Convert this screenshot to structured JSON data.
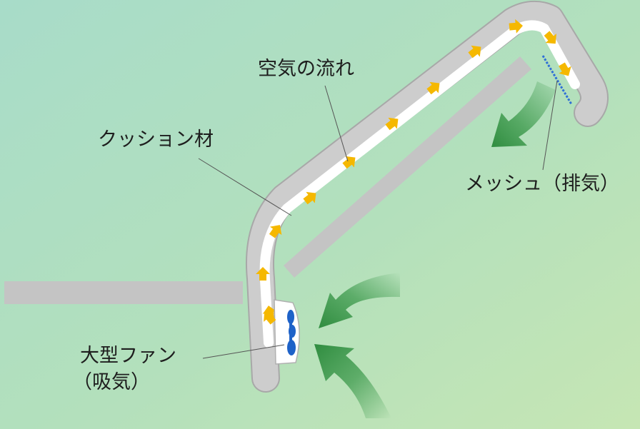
{
  "labels": {
    "air_flow": "空気の流れ",
    "cushion": "クッション材",
    "mesh_exhaust": "メッシュ（排気）",
    "large_fan_line1": "大型ファン",
    "large_fan_line2": "（吸気）"
  },
  "colors": {
    "background_top": "#a9dcc4",
    "background_bottom": "#bfe3b5",
    "cushion_gray": "#c9c9c9",
    "cushion_outline": "#a9a9a9",
    "air_channel": "#ffffff",
    "air_arrow": "#f5b800",
    "intake_arrow": "#3a9a4a",
    "fan_blade": "#1e62c8",
    "mesh": "#2f6fd6"
  },
  "icons": {
    "air_arrow": "yellow-arrow-icon",
    "intake_arrow": "green-curved-arrow-icon",
    "fan": "fan-icon"
  }
}
